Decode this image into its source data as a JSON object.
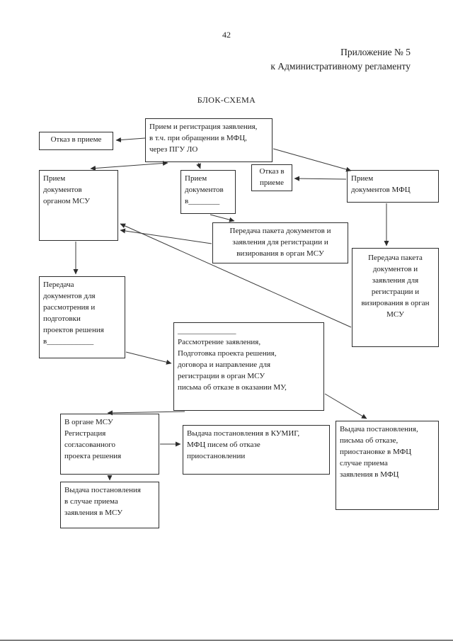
{
  "page": {
    "number": "42",
    "appendix_line1": "Приложение № 5",
    "appendix_line2": "к Административному регламенту",
    "title": "БЛОК-СХЕМА"
  },
  "boxes": {
    "intake_registration": "Прием и регистрация заявления,\nв т.ч. при обращении в МФЦ,\nчерез ПГУ ЛО",
    "refusal_left": "Отказ в приеме",
    "msu_intake": "Прием\nдокументов\nорганом МСУ",
    "blank_intake": "Прием\nдокументов\nв________",
    "refusal_center": "Отказ в\nприеме",
    "mfc_intake": "Прием\nдокументов МФЦ",
    "transfer_center": "Передача пакета документов и\nзаявления для регистрации и\nвизирования в орган МСУ",
    "transfer_right": "Передача пакета\nдокументов и\nзаявления для\nрегистрации и\nвизирования в орган\nМСУ",
    "transfer_left": "Передача\nдокументов для\nрассмотрения и\nподготовки\nпроектов решения\nв____________",
    "review": "_______________\nРассмотрение заявления,\nПодготовка проекта решения,\nдоговора и направление для\nрегистрации в орган МСУ\nписьма об отказе в оказании МУ,",
    "msu_registration": "В органе МСУ\nРегистрация\nсогласованного\nпроекта решения",
    "issue_kumig": "Выдача постановления в КУМИГ,\nМФЦ писем об отказе\nприостановлении",
    "issue_mfc": "Выдача постановления,\nписьма об отказе,\nприостановке в МФЦ\nслучае приема\nзаявления в МФЦ",
    "issue_msu": "Выдача постановления\nв случае приема\nзаявления в МСУ"
  }
}
